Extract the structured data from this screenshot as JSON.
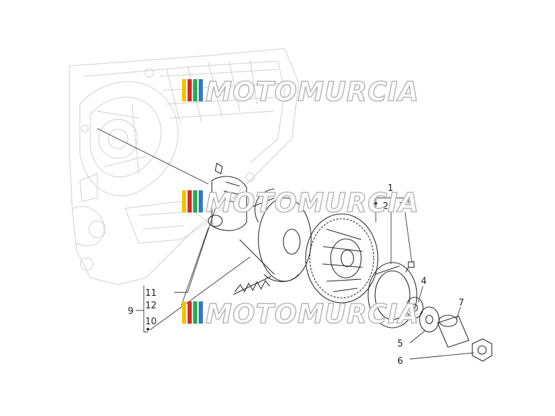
{
  "watermark": {
    "text": "MOTOMURCIA",
    "stripe_colors": [
      "#f3c300",
      "#d62a2a",
      "#2fa84f",
      "#2f79c9"
    ]
  },
  "callouts": [
    {
      "id": "1",
      "text": "1"
    },
    {
      "id": "2",
      "text": "2"
    },
    {
      "id": "3",
      "text": "3"
    },
    {
      "id": "4",
      "text": "4"
    },
    {
      "id": "5",
      "text": "5"
    },
    {
      "id": "6",
      "text": "6"
    },
    {
      "id": "7",
      "text": "7"
    },
    {
      "id": "9",
      "text": "9"
    },
    {
      "id": "10",
      "text": "10"
    },
    {
      "id": "11",
      "text": "11"
    },
    {
      "id": "12",
      "text": "12"
    }
  ]
}
